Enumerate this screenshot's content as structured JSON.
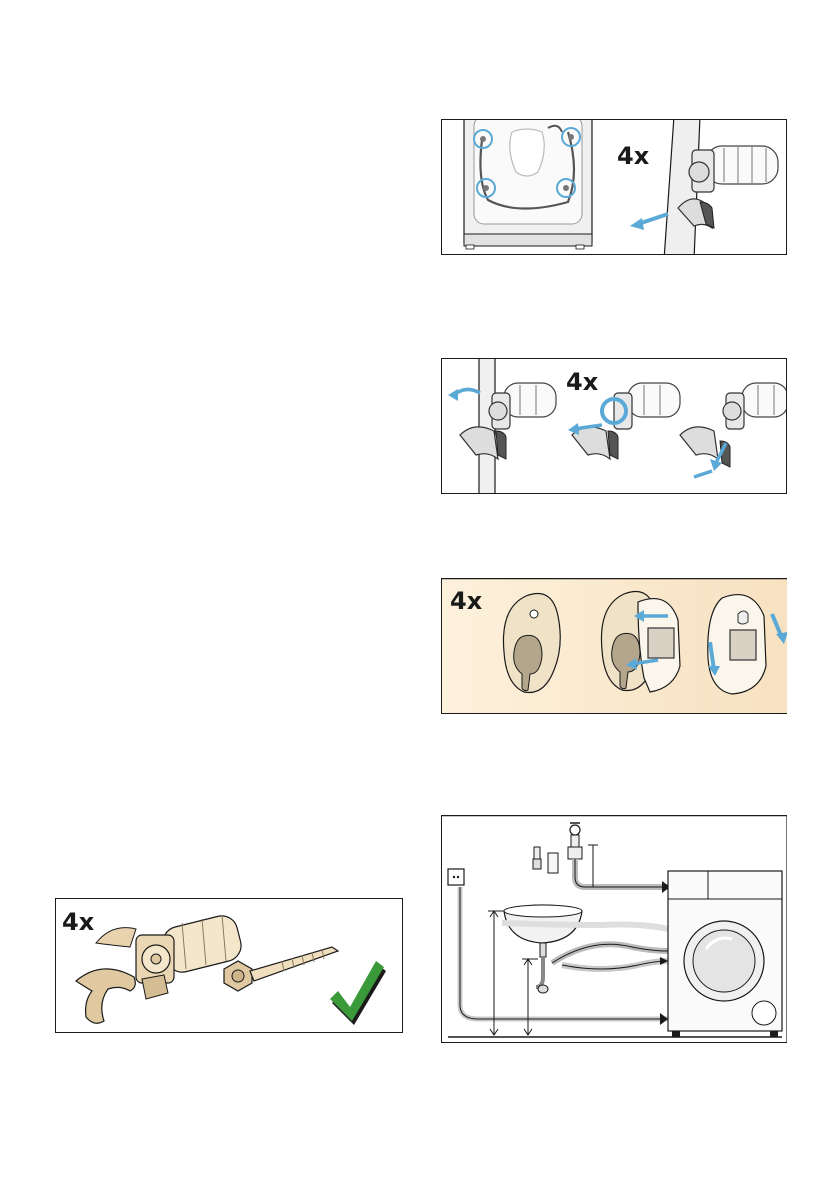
{
  "figures": {
    "remove_bolts": {
      "count_label": "4x"
    },
    "remove_spacers": {
      "count_label": "4x"
    },
    "insert_covers": {
      "count_label": "4x"
    },
    "keep_bolts": {
      "count_label": "4x"
    },
    "connection": {}
  },
  "colors": {
    "accent_blue": "#5aa9d6",
    "part_beige": "#e6cfa6",
    "check_green": "#3a9a3a",
    "outline": "#1a1a1a"
  }
}
